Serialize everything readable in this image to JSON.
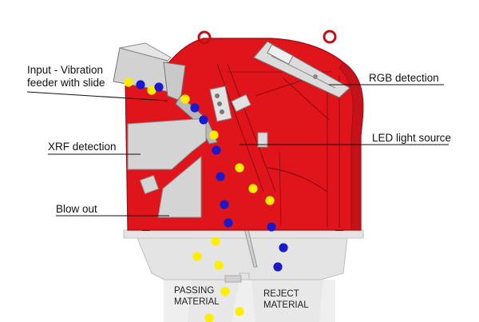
{
  "labels": {
    "input_line1": "Input - Vibration",
    "input_line2": "feeder with slide",
    "rgb": "RGB detection",
    "xrf": "XRF detection",
    "led": "LED light source",
    "blow": "Blow out",
    "passing_line1": "PASSING",
    "passing_line2": "MATERIAL",
    "reject_line1": "REJECT",
    "reject_line2": "MATERIAL"
  },
  "colors": {
    "housing": "#e0141b",
    "housing_dark": "#b60f15",
    "panel": "#d6d6d6",
    "base": "#e2e2e2",
    "particle_yellow": "#ffee00",
    "particle_blue": "#1a1acc"
  },
  "particles": {
    "feed": [
      "yellow",
      "blue",
      "yellow",
      "blue"
    ],
    "falling": [
      "yellow",
      "blue",
      "blue",
      "yellow",
      "blue",
      "yellow",
      "blue",
      "yellow",
      "blue",
      "yellow",
      "blue",
      "blue"
    ],
    "passing": [
      "yellow",
      "yellow",
      "yellow",
      "yellow",
      "yellow",
      "yellow"
    ],
    "reject": [
      "blue",
      "blue"
    ]
  }
}
